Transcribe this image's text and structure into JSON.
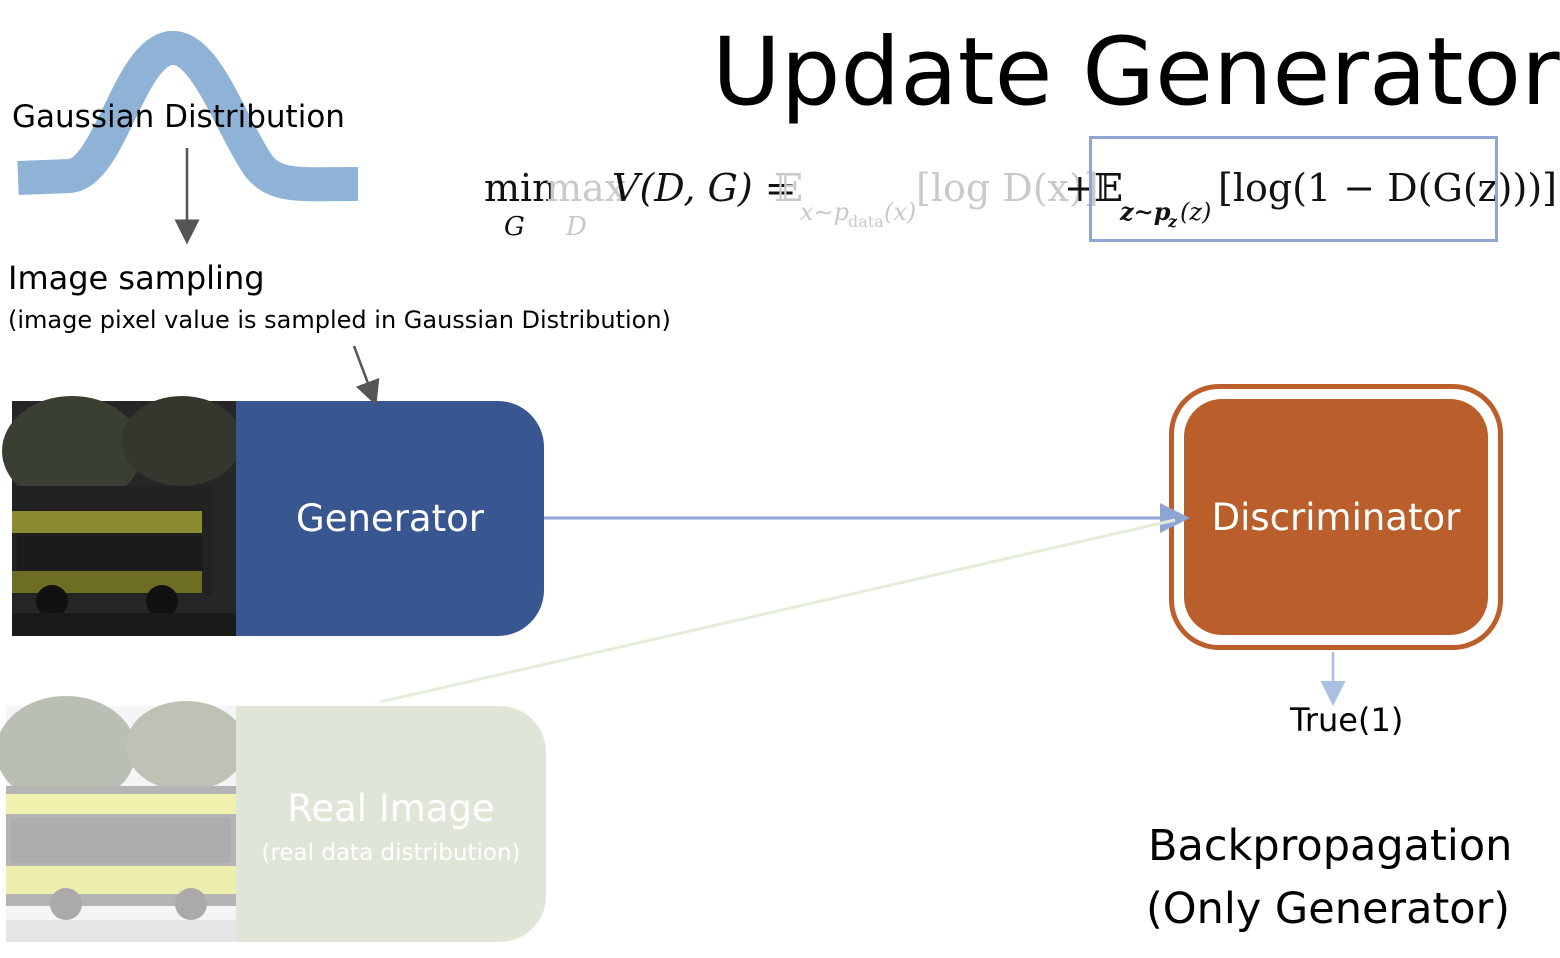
{
  "title": "Update Generator",
  "gaussian": {
    "label": "Gaussian Distribution",
    "curve_color": "#8fb3d6"
  },
  "sampling": {
    "title": "Image sampling",
    "subtitle": "(image pixel value is sampled in Gaussian Distribution)"
  },
  "formula": {
    "min": "min",
    "min_sub": "G",
    "max": "max",
    "max_sub": "D",
    "value_fn": "V(D, G) =",
    "e1": "𝔼",
    "e1_sub": "x∼p",
    "e1_sub2": "data",
    "e1_sub3": "(x)",
    "e1_body": "[log D(x)]",
    "plus": "+",
    "e2": "𝔼",
    "e2_sub": "z∼p",
    "e2_sub2": "z",
    "e2_sub3": "(z)",
    "e2_body": "[log(1 − D(G(z)))]"
  },
  "generator": {
    "label": "Generator",
    "color": "#38568f"
  },
  "real_image": {
    "label": "Real Image",
    "sublabel": "(real data distribution)",
    "color": "#dfe6d8"
  },
  "discriminator": {
    "label": "Discriminator",
    "color": "#ba5f2b"
  },
  "output": {
    "label": "True(1)"
  },
  "backprop": {
    "line1": "Backpropagation",
    "line2": "(Only Generator)"
  },
  "colors": {
    "arrow_main": "#8ea5d6",
    "arrow_faded": "#e4edd9",
    "arrow_gray": "#555555"
  }
}
